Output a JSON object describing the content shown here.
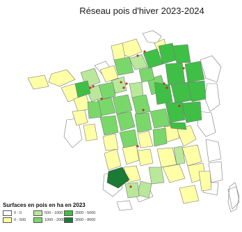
{
  "title": "Réseau pois d'hiver 2023-2024",
  "legend": {
    "title": "Surfaces en pois en ha en 2023",
    "items": [
      {
        "label": "0 - 0",
        "color": "#ffffff"
      },
      {
        "label": "500 - 1000",
        "color": "#b9e89a"
      },
      {
        "label": "2000 - 5000",
        "color": "#3fbf45"
      },
      {
        "label": "0 - 500",
        "color": "#ffffa6"
      },
      {
        "label": "1000 - 2000",
        "color": "#7ad86a"
      },
      {
        "label": "3000 - 8000",
        "color": "#1b7a34"
      }
    ]
  },
  "map": {
    "outline_color": "#777777",
    "trial_site_color": "#cc2a2a"
  }
}
